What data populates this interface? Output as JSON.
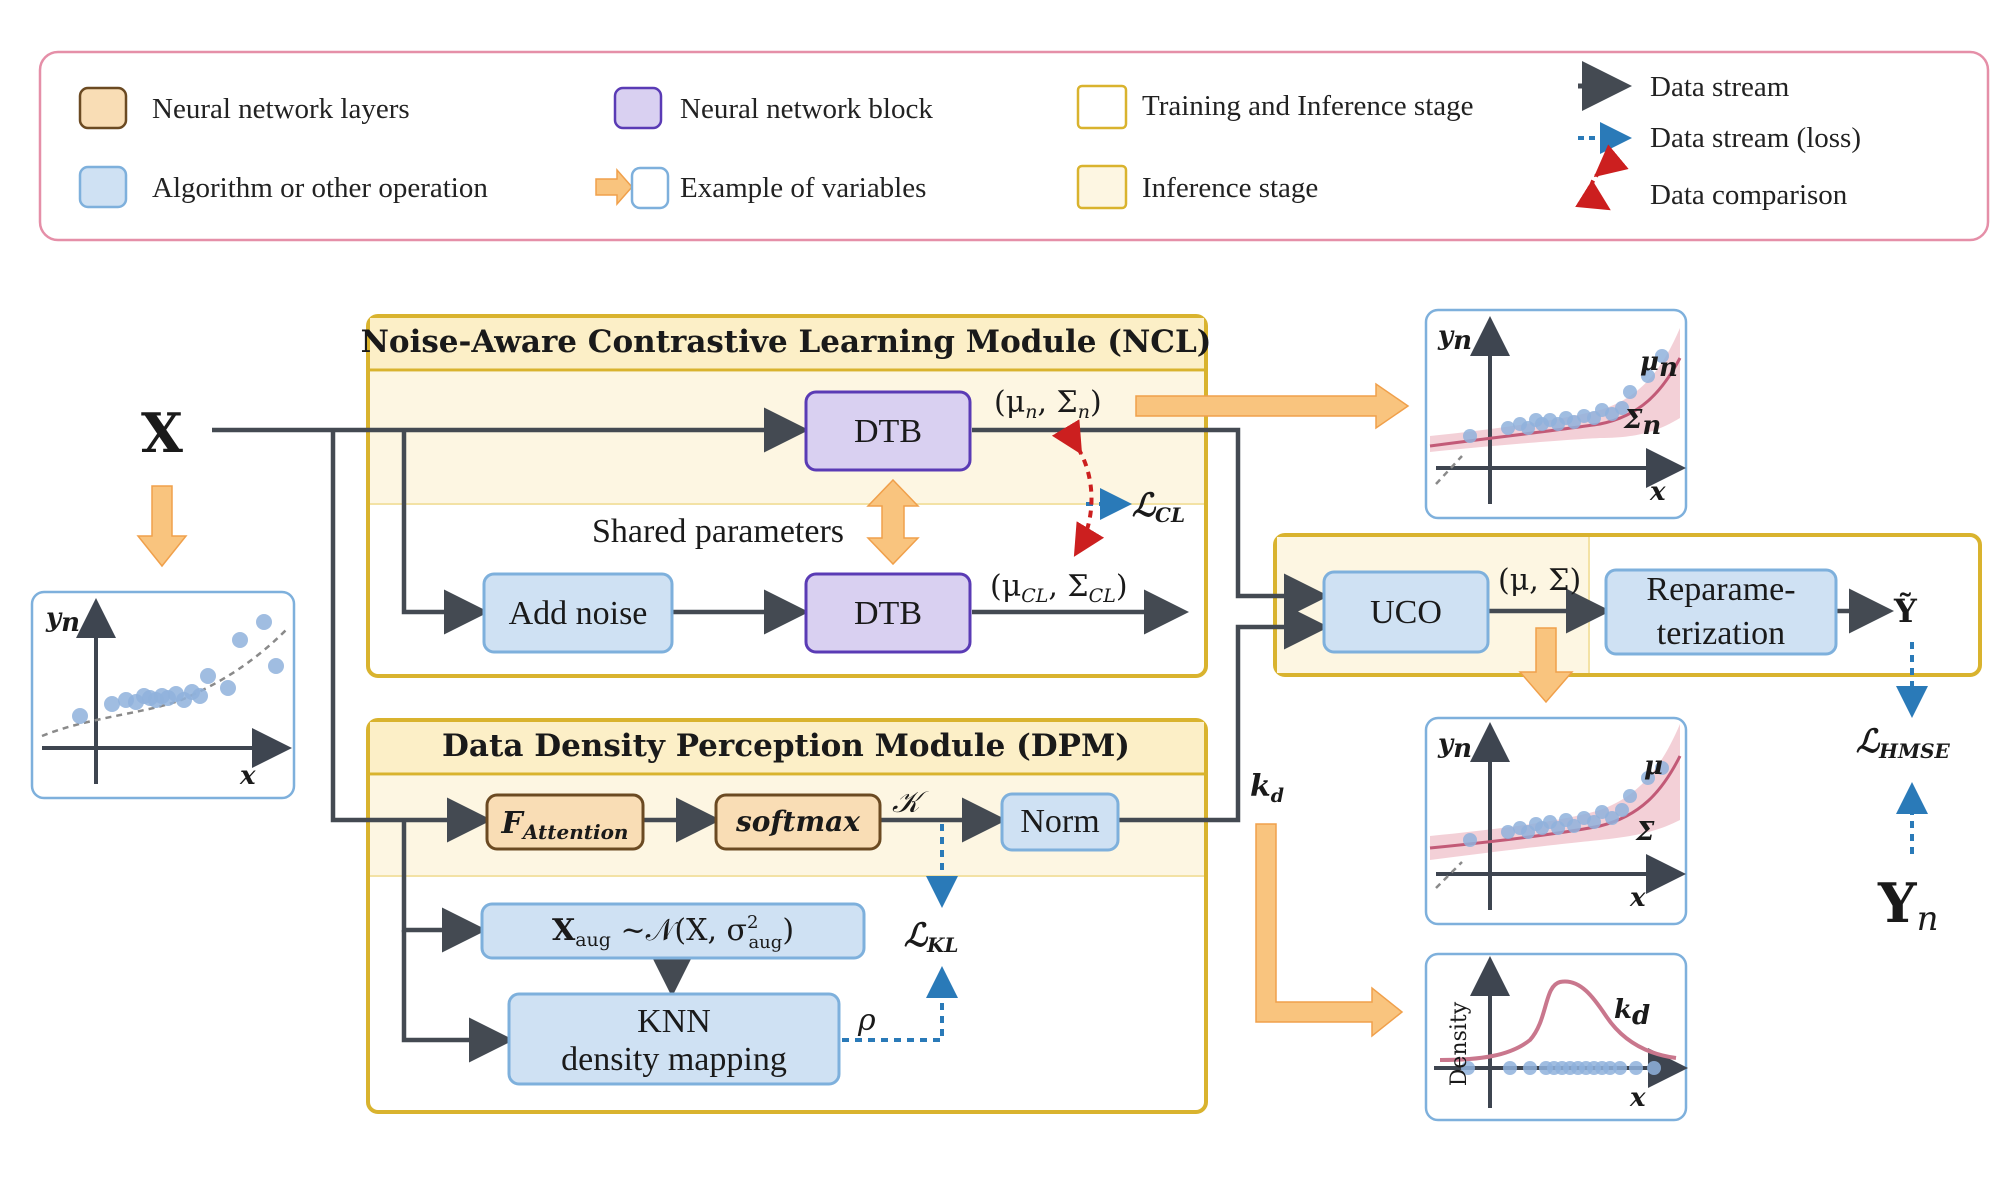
{
  "legend": {
    "nn_layers": "Neural network layers",
    "algorithm": "Algorithm or other operation",
    "nn_block": "Neural network block",
    "example_vars": "Example of variables",
    "train_infer": "Training and Inference stage",
    "infer": "Inference stage",
    "data_stream": "Data stream",
    "data_stream_loss": "Data stream (loss)",
    "data_comparison": "Data comparison"
  },
  "ncl": {
    "title": "Noise-Aware Contrastive Learning Module (NCL)",
    "dtb_top": "DTB",
    "dtb_bottom": "DTB",
    "add_noise": "Add noise",
    "shared": "Shared parameters"
  },
  "dpm": {
    "title": "Data Density Perception Module (DPM)",
    "f_att_main": "F",
    "f_att_sub": "Attention",
    "softmax": "softmax",
    "norm": "Norm",
    "xaug_main": "X",
    "xaug_sub": "aug",
    "xaug_rest": " ~𝒩(X, σ",
    "xaug_sup": "2",
    "xaug_sub2": "aug",
    "xaug_close": ")",
    "knn_line1": "KNN",
    "knn_line2": "density mapping"
  },
  "right": {
    "uco": "UCO",
    "repar_line1": "Reparame-",
    "repar_line2": "terization"
  },
  "symbols": {
    "X": "X",
    "mu_sigma_n": "(μ",
    "mu_sigma_cl": "(μ",
    "mu_sigma": "(μ, Σ)",
    "L_CL": "ℒ",
    "L_CL_sub": "CL",
    "L_KL": "ℒ",
    "L_KL_sub": "KL",
    "L_HMSE": "ℒ",
    "L_HMSE_sub": "HMSE",
    "K": "𝒦",
    "rho": "ρ",
    "k_d": "k",
    "k_d_sub": "d",
    "Y_tilde": "Ỹ",
    "Y_n": "Y",
    "Y_n_sub": "n"
  },
  "plots": {
    "yn": "y",
    "yn_sub": "n",
    "x": "x",
    "density": "Density",
    "mu_n": "μ",
    "mu_n_sub": "n",
    "sigma_n": "Σ",
    "sigma_n_sub": "n",
    "mu": "μ",
    "sigma": "Σ",
    "k": "k",
    "k_sub": "d"
  },
  "colors": {
    "layer_fill": "#f9ddb5",
    "layer_stroke": "#6b4a22",
    "block_fill": "#d9d0f1",
    "block_stroke": "#5a3bb5",
    "algo_fill": "#cfe1f3",
    "algo_stroke": "#7eb0dc",
    "stage_stroke": "#d9b32e",
    "stage_fill": "#fdf6e2",
    "arrow": "#444a52",
    "loss_arrow": "#2a7ab8",
    "compare": "#cc1f1f",
    "orange_arrow": "#f9c47e"
  }
}
